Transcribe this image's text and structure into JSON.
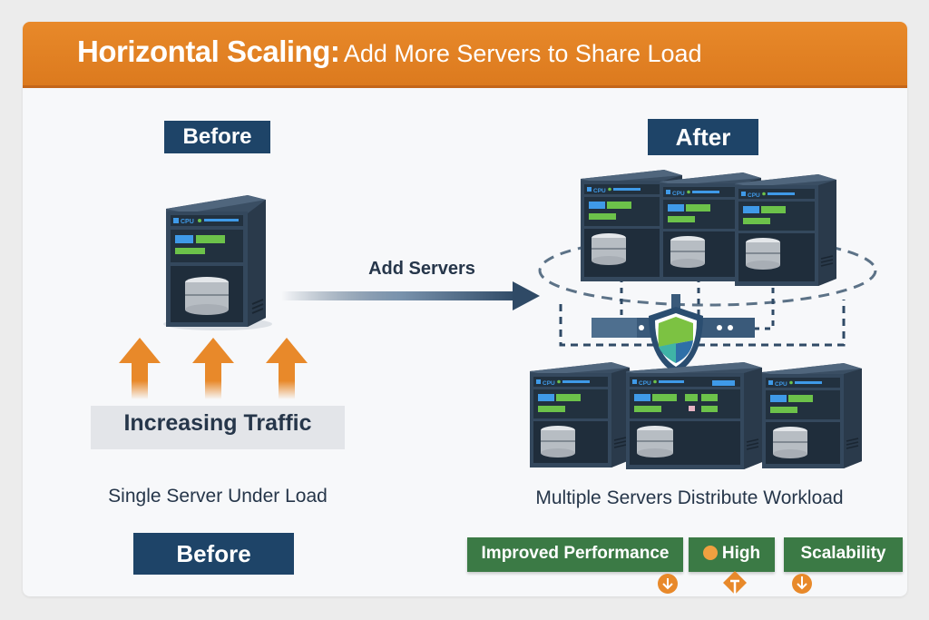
{
  "header": {
    "title_main": "Horizontal Scaling:",
    "title_sub": "Add More Servers to Share Load"
  },
  "before_section": {
    "top_label": "Before",
    "traffic_label": "Increasing Traffic",
    "caption": "Single Server Under Load",
    "bottom_label": "Before",
    "server_badge": "CPU"
  },
  "transition": {
    "label": "Add Servers"
  },
  "after_section": {
    "top_label": "After",
    "caption": "Multiple Servers Distribute Workload",
    "server_badge": "CPU",
    "tags": [
      {
        "label": "Improved Performance"
      },
      {
        "label": "High"
      },
      {
        "label": "Scalability"
      }
    ]
  },
  "colors": {
    "banner": "#e0801f",
    "navy": "#1e4468",
    "green_tag": "#3b7a45",
    "arrow_orange": "#e8892a",
    "server_body": "#2f4154",
    "shield_green": "#7cc242",
    "shield_blue": "#2e6fa8"
  }
}
